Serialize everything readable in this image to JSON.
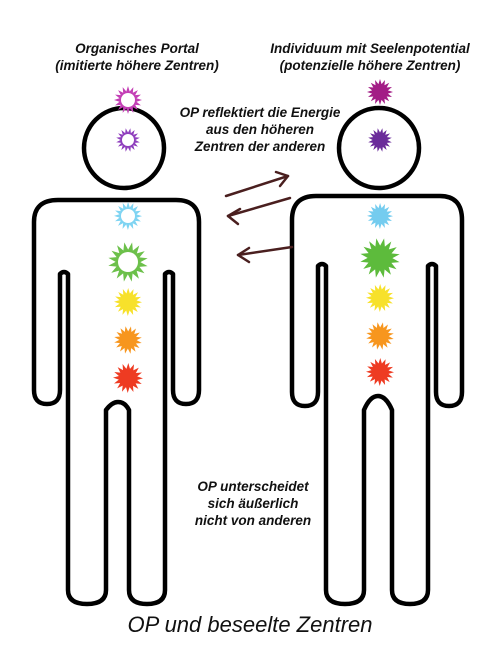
{
  "labels": {
    "left_title_1": "Organisches Portal",
    "left_title_2": "(imitierte höhere Zentren)",
    "right_title_1": "Individuum mit Seelenpotential",
    "right_title_2": "(potenzielle höhere Zentren)",
    "reflect_1": "OP reflektiert die Energie",
    "reflect_2": "aus den höheren",
    "reflect_3": "Zentren der anderen",
    "same_1": "OP unterscheidet",
    "same_2": "sich äußerlich",
    "same_3": "nicht von anderen",
    "caption": "OP und beseelte Zentren"
  },
  "figures": [
    {
      "name": "organic-portal",
      "centers": [
        {
          "name": "crown",
          "color": "#c33fb5",
          "style": "outline"
        },
        {
          "name": "third-eye",
          "color": "#8f3fbd",
          "style": "outline"
        },
        {
          "name": "throat",
          "color": "#7fd4f2",
          "style": "outline"
        },
        {
          "name": "heart",
          "color": "#6cc04a",
          "style": "outline"
        },
        {
          "name": "solar-plexus",
          "color": "#f7e12b",
          "style": "filled"
        },
        {
          "name": "sacral",
          "color": "#f7961e",
          "style": "filled"
        },
        {
          "name": "root",
          "color": "#ee3b22",
          "style": "filled"
        }
      ]
    },
    {
      "name": "ensouled-individual",
      "centers": [
        {
          "name": "crown",
          "color": "#a31d86",
          "style": "filled"
        },
        {
          "name": "third-eye",
          "color": "#6a2a9a",
          "style": "filled"
        },
        {
          "name": "throat",
          "color": "#74ccef",
          "style": "filled"
        },
        {
          "name": "heart",
          "color": "#5dbb3c",
          "style": "filled"
        },
        {
          "name": "solar-plexus",
          "color": "#f7e12b",
          "style": "filled"
        },
        {
          "name": "sacral",
          "color": "#f7961e",
          "style": "filled"
        },
        {
          "name": "root",
          "color": "#ee3b22",
          "style": "filled"
        }
      ]
    }
  ],
  "arrow_color": "#4a1f1f"
}
